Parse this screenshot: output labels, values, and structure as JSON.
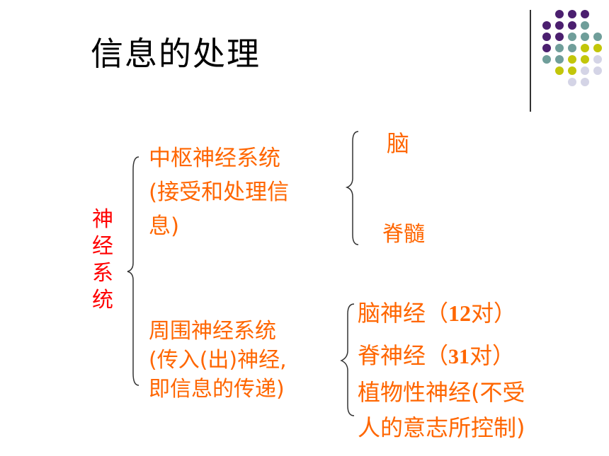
{
  "title": "信息的处理",
  "root_label": "神经系统",
  "central": {
    "label": "中枢神经系统(接受和处理信息)",
    "line1": "中枢神经系统",
    "line2": "(接受和处理信",
    "line3": "息)"
  },
  "brain": "脑",
  "spinal_cord": "脊髓",
  "peripheral": {
    "line1": "周围神经系统",
    "line2": "(传入(出)神经,",
    "line3": "即信息的传递)"
  },
  "cranial_nerve": {
    "prefix": "脑神经",
    "open": "（",
    "count": "12",
    "unit": "对",
    "close": "）"
  },
  "spinal_nerve": {
    "prefix": "脊神经",
    "open": "（",
    "count": "31",
    "unit": "对",
    "close": "）"
  },
  "autonomic_nerve": {
    "line1": "植物性神经(不受",
    "line2": "人的意志所控制)"
  },
  "colors": {
    "text_orange": "#ff6600",
    "text_red": "#ff0000",
    "dot_purple": "#4b1f6f",
    "dot_teal": "#6f9e9a",
    "dot_olive": "#c2c60a",
    "dot_lavender": "#d4d4e6"
  }
}
